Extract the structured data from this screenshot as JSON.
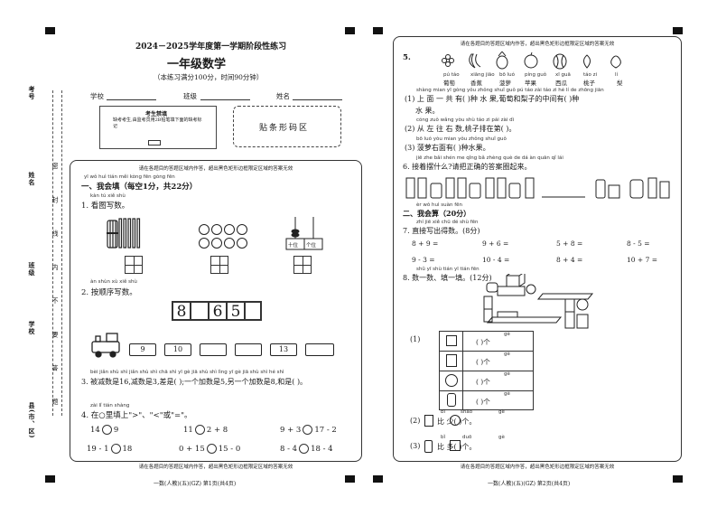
{
  "header": {
    "title": "2024－2025学年度第一学期阶段性练习",
    "subject": "一年级数学",
    "note": "（本练习满分100分，时间90分钟）",
    "school_label": "学校",
    "class_label": "班级",
    "name_label": "姓名",
    "notice_title": "考生禁填",
    "notice_body": "缺考考生,由监考员用2B铅笔填下面的缺考标记",
    "barcode_label": "贴条形码区"
  },
  "side": {
    "kaohao": "考号",
    "xingming": "姓名",
    "banji": "班级",
    "xuexiao": "学校",
    "qu": "县(市、区)",
    "seal": "密 封 线 内 不 要 答 题"
  },
  "answer_notice": "请在各题目的答题区域内作答，超出黑色矩形边框限定区域的答案无效",
  "left": {
    "s1_pinyin": "yī   wǒ huì tián   měi kòng fēn  gòng    fēn",
    "s1_title": "一、我会填（每空1分，共22分）",
    "q1_pinyin": "kàn tú xiě shù",
    "q1": "1. 看图写数。",
    "place_tens": "十位",
    "place_ones": "个位",
    "place_py_tens": "shí wèi",
    "place_py_ones": "gè wèi",
    "q2_pinyin": "àn shùn xù xiě shù",
    "q2": "2. 按顺序写数。",
    "seq": [
      "8",
      "6",
      "5"
    ],
    "train": [
      "9",
      "10",
      "13"
    ],
    "q3_pinyin": "bèi  jiǎn shù shì      jiǎn shù shì     chā shì             yī  gè  jiā shù shì       lìng yī gè  jiā shù shì      hé shì",
    "q3": "3. 被减数是16,减数是3,差是(     );一个加数是5,另一个加数是8,和是(     )。",
    "q4_pinyin": "zài     lǐ  tián  shàng",
    "q4": "4. 在○里填上\">\"、\"<\"或\"=\"。",
    "cmp": [
      [
        "14",
        "9"
      ],
      [
        "11",
        "2 + 8"
      ],
      [
        "9 + 3",
        "17 - 2"
      ],
      [
        "19 - 1",
        "18"
      ],
      [
        "0 + 15",
        "15 - 0"
      ],
      [
        "8 - 4",
        "18 - 4"
      ]
    ],
    "footer": "一数(人教)(五)(GZ)   第1页(共4页)"
  },
  "right": {
    "q5": "5.",
    "fruits": [
      "葡萄",
      "香蕉",
      "菠萝",
      "苹果",
      "西瓜",
      "桃子",
      "梨"
    ],
    "fruit_py": [
      "pú táo",
      "xiāng jiāo",
      "bō luó",
      "píng guǒ",
      "xī guā",
      "táo zi",
      "lí"
    ],
    "q5a_pinyin": "shàng mian yī gòng yǒu          zhǒng shuǐ guǒ   pú táo zài táo zi hé lí de zhōng jiān",
    "q5a": "(1) 上 面 一 共 有(      )种 水 果,葡萄和梨子的中间有(      )种",
    "q5a2": "水 果。",
    "q5b_pinyin": "cóng zuǒ wǎng yòu shù     táo zi pái zài dì",
    "q5b": "(2) 从 左 往 右 数,桃子排在第(      )。",
    "q5c_pinyin": "bō luó yòu mian yǒu          zhǒng shuǐ guǒ",
    "q5c": "(3) 菠萝右面有(      )种水果。",
    "q6_pinyin": "jiē zhe bǎi shén me   qǐng bǎ  zhèng què de dá àn   quān qǐ lái",
    "q6": "6. 接着摆什么?请把正确的答案圈起来。",
    "s2_pinyin": "èr   wǒ huì suàn     fēn",
    "s2": "二、我会算（20分）",
    "q7_pinyin": "zhí jiē xiě chū dé shù    fēn",
    "q7": "7. 直接写出得数。(8分)",
    "calc": [
      "8 + 9 =",
      "9 + 6 =",
      "5 + 8 =",
      "8 - 5 =",
      "9 - 3 =",
      "10 - 4 =",
      "8 + 4 =",
      "10 + 7 ="
    ],
    "q8_pinyin": "shǔ yī shù   tián yī tián      fēn",
    "q8": "8. 数一数、填一填。(12分)",
    "q8_1": "(1)",
    "ge": "个",
    "ge_py": "gè",
    "q8_2": "(2)",
    "q8_2_text": "比       少(       )个。",
    "q8_3": "(3)",
    "q8_3_text": "比       多(       )个。",
    "bi_py": "bǐ",
    "shao_py": "shǎo",
    "duo_py": "duō",
    "footer": "一数(人教)(五)(GZ)   第2页(共4页)"
  }
}
